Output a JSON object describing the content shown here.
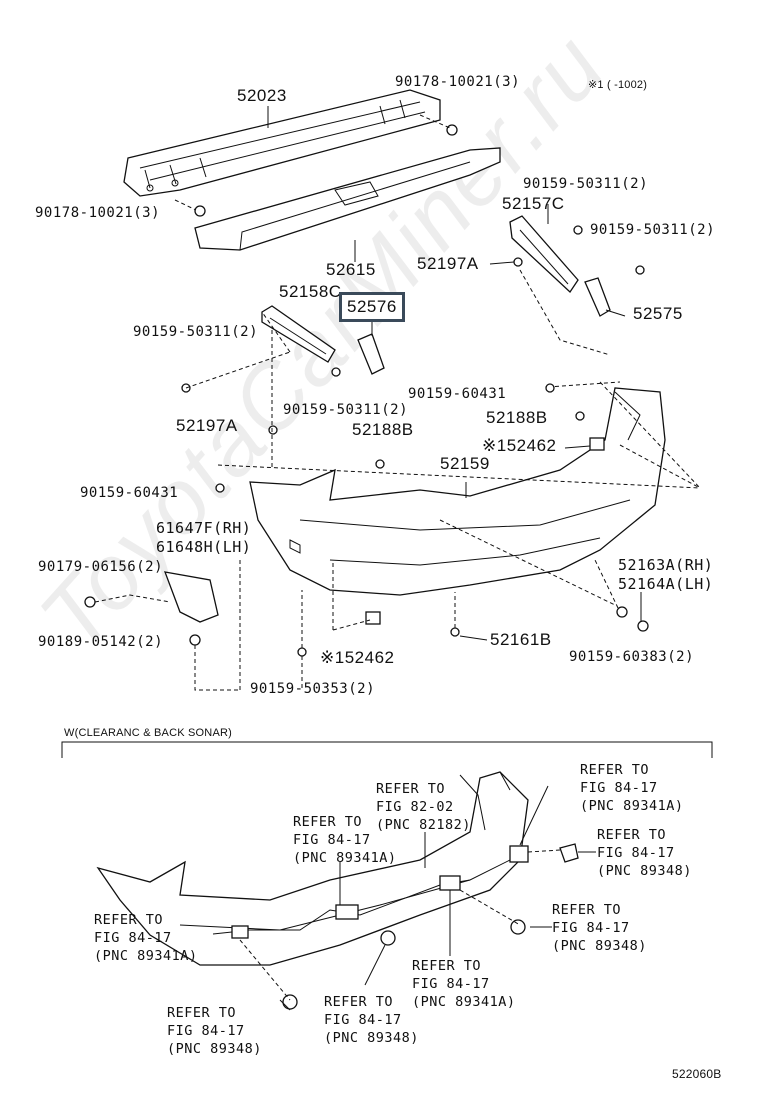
{
  "watermark": "ToyotaCarMiner.ru",
  "note_top_right": "※1 (      -1002)",
  "figure_code": "522060B",
  "section_heading": "W(CLEARANC & BACK SONAR)",
  "labels": {
    "p52023": "52023",
    "p90178_top": "90178-10021(3)",
    "p90178_left": "90178-10021(3)",
    "p52615": "52615",
    "p90159_50311_a": "90159-50311(2)",
    "p52157c": "52157C",
    "p90159_50311_b": "90159-50311(2)",
    "p52197a_right": "52197A",
    "p52158c": "52158C",
    "p52576": "52576",
    "p52575": "52575",
    "p90159_50311_c": "90159-50311(2)",
    "p90159_50311_d": "90159-50311(2)",
    "p90159_60431_a": "90159-60431",
    "p52188b_a": "52188B",
    "p52197a_left": "52197A",
    "p52188b_b": "52188B",
    "p52462_a": "※152462",
    "p52159": "52159",
    "p90159_60431_b": "90159-60431",
    "p61647f": "61647F(RH)",
    "p61648h": "61648H(LH)",
    "p90179": "90179-06156(2)",
    "p52163a": "52163A(RH)",
    "p52164a": "52164A(LH)",
    "p90189": "90189-05142(2)",
    "p52462_b": "※152462",
    "p52161b": "52161B",
    "p90159_60383": "90159-60383(2)",
    "p90159_50353": "90159-50353(2)"
  },
  "refs": {
    "r1": "REFER TO\nFIG 82-02\n(PNC 82182)",
    "r2": "REFER TO\nFIG 84-17\n(PNC 89341A)",
    "r3": "REFER TO\nFIG 84-17\n(PNC 89341A)",
    "r4": "REFER TO\nFIG 84-17\n(PNC 89348)",
    "r5": "REFER TO\nFIG 84-17\n(PNC 89341A)",
    "r6": "REFER TO\nFIG 84-17\n(PNC 89348)",
    "r7": "REFER TO\nFIG 84-17\n(PNC 89341A)",
    "r8": "REFER TO\nFIG 84-17\n(PNC 89348)",
    "r9": "REFER TO\nFIG 84-17\n(PNC 89348)"
  }
}
